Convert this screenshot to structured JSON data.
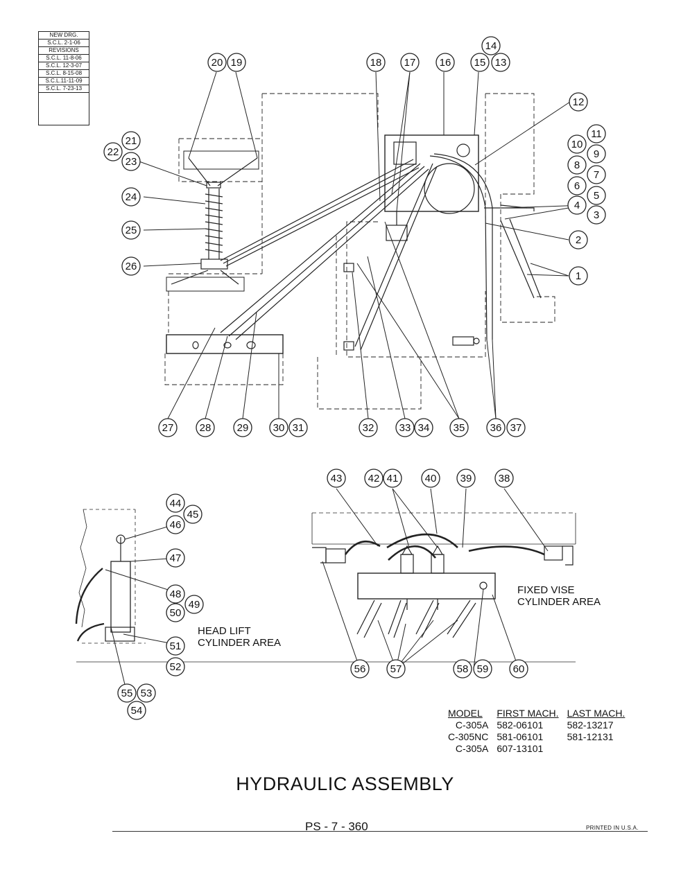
{
  "revisions": {
    "new_drg": "NEW DRG.",
    "new_drg_date": "S.C.L. 2-1-06",
    "header": "REVISIONS",
    "entries": [
      "S.C.L. 11-8-06",
      "S.C.L. 12-3-07",
      "S.C.L. 8-15-08",
      "S.C.L.11-11-09",
      "S.C.L. 7-23-13"
    ]
  },
  "callouts": [
    "1",
    "2",
    "3",
    "4",
    "5",
    "6",
    "7",
    "8",
    "9",
    "10",
    "11",
    "12",
    "13",
    "14",
    "15",
    "16",
    "17",
    "18",
    "19",
    "20",
    "21",
    "22",
    "23",
    "24",
    "25",
    "26",
    "27",
    "28",
    "29",
    "30",
    "31",
    "32",
    "33",
    "34",
    "35",
    "36",
    "37",
    "38",
    "39",
    "40",
    "41",
    "42",
    "43",
    "44",
    "45",
    "46",
    "47",
    "48",
    "49",
    "50",
    "51",
    "52",
    "53",
    "54",
    "55",
    "56",
    "57",
    "58",
    "59",
    "60"
  ],
  "areas": {
    "head_lift": "HEAD LIFT\nCYLINDER AREA",
    "fixed_vise": "FIXED VISE\nCYLINDER AREA"
  },
  "model_table": {
    "headers": [
      "MODEL",
      "FIRST MACH.",
      "LAST MACH."
    ],
    "rows": [
      [
        "C-305A",
        "582-06101",
        "582-13217"
      ],
      [
        "C-305NC",
        "581-06101",
        "581-12131"
      ],
      [
        "C-305A",
        "607-13101",
        ""
      ]
    ]
  },
  "title": "HYDRAULIC ASSEMBLY",
  "page_number": "PS - 7 - 360",
  "printed": "PRINTED IN U.S.A."
}
